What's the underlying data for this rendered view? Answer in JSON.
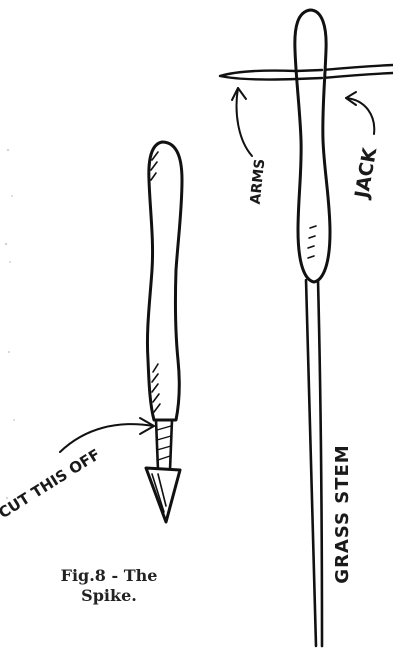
{
  "figure": {
    "labels": {
      "arms": "ARMS",
      "jack": "JACK",
      "cut_this_off": "CUT THIS OFF",
      "grass_stem": "GRASS STEM"
    },
    "caption": {
      "line1": "Fig.8 - The",
      "line2": "Spike."
    },
    "ink_color": "#111111"
  }
}
